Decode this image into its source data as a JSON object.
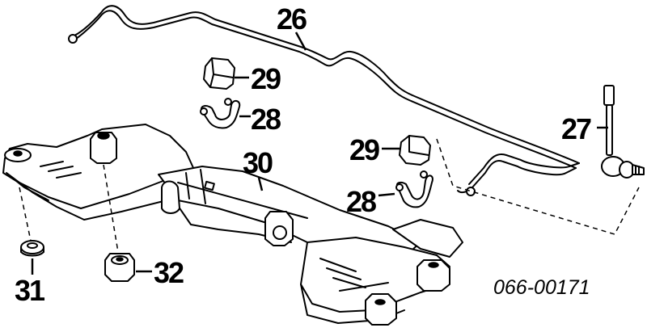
{
  "callouts": {
    "c26": "26",
    "c27": "27",
    "c28a": "28",
    "c28b": "28",
    "c29a": "29",
    "c29b": "29",
    "c30": "30",
    "c31": "31",
    "c32": "32"
  },
  "part_number": "066-00171"
}
